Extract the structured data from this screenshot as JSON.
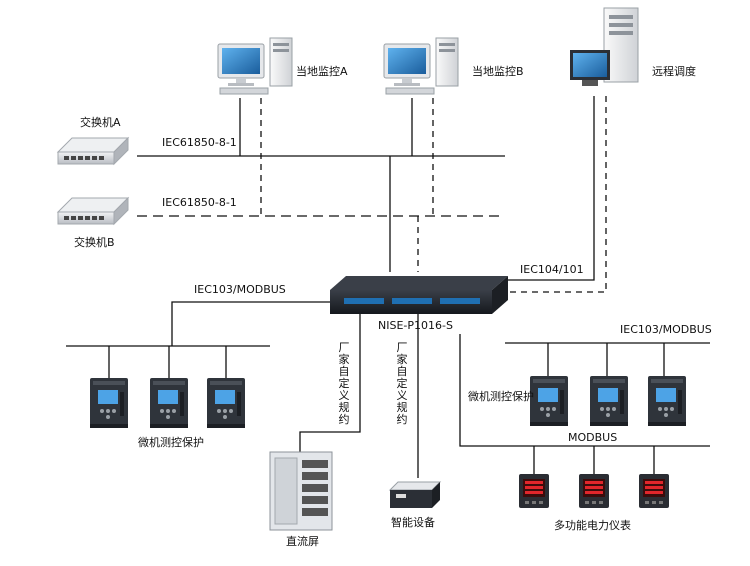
{
  "colors": {
    "line": "#111111",
    "device_dark": "#2b2f36",
    "screen_blue": "#1f6fb2",
    "switch_body": "#d9dce0",
    "meter_red": "#e0262b"
  },
  "workstations": {
    "local_a": {
      "label": "当地监控A",
      "icon": "desktop-pc-icon"
    },
    "local_b": {
      "label": "当地监控B",
      "icon": "desktop-pc-icon"
    },
    "remote": {
      "label": "远程调度",
      "icon": "tower-pc-icon"
    }
  },
  "switches": {
    "a": {
      "label": "交换机A",
      "icon": "network-switch-icon"
    },
    "b": {
      "label": "交换机B",
      "icon": "network-switch-icon"
    }
  },
  "protocols": {
    "net_a": "IEC61850-8-1",
    "net_b": "IEC61850-8-1",
    "iec104": "IEC104/101",
    "iec103_left": "IEC103/MODBUS",
    "iec103_right": "IEC103/MODBUS",
    "custom_1": "厂家自定义规约",
    "custom_2": "厂家自定义规约",
    "modbus": "MODBUS"
  },
  "gateway": {
    "label": "NISE-P1016-S",
    "icon": "rack-gateway-icon"
  },
  "bottom_devices": {
    "protection_left": {
      "label": "微机测控保护",
      "icon": "protection-relay-icon",
      "count": 3
    },
    "protection_right": {
      "label": "微机测控保护",
      "icon": "protection-relay-icon",
      "count": 3
    },
    "dc_panel": {
      "label": "直流屏",
      "icon": "dc-cabinet-icon"
    },
    "smart_device": {
      "label": "智能设备",
      "icon": "smart-device-icon"
    },
    "meters": {
      "label": "多功能电力仪表",
      "icon": "power-meter-icon",
      "count": 3
    }
  }
}
